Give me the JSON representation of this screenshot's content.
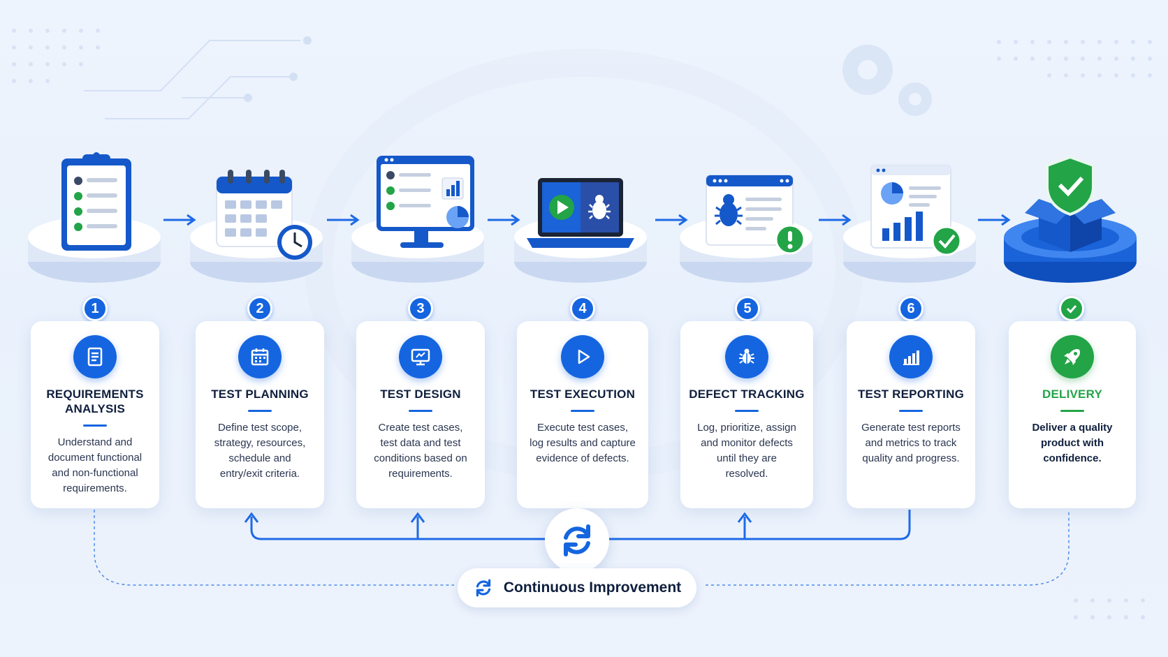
{
  "steps": [
    {
      "number": "1",
      "title_lines": [
        "REQUIREMENTS",
        "ANALYSIS"
      ],
      "desc_lines": [
        "Understand and",
        "document functional",
        "and non-functional",
        "requirements."
      ],
      "icon": "document-icon",
      "illustration": "clipboard-checklist-icon"
    },
    {
      "number": "2",
      "title_lines": [
        "TEST PLANNING"
      ],
      "desc_lines": [
        "Define test scope,",
        "strategy, resources,",
        "schedule and",
        "entry/exit criteria."
      ],
      "icon": "calendar-icon",
      "illustration": "calendar-clock-icon"
    },
    {
      "number": "3",
      "title_lines": [
        "TEST DESIGN"
      ],
      "desc_lines": [
        "Create test cases,",
        "test data and test",
        "conditions based on",
        "requirements."
      ],
      "icon": "monitor-icon",
      "illustration": "monitor-checklist-icon"
    },
    {
      "number": "4",
      "title_lines": [
        "TEST EXECUTION"
      ],
      "desc_lines": [
        "Execute test cases,",
        "log results and capture",
        "evidence of defects."
      ],
      "icon": "play-icon",
      "illustration": "laptop-play-bug-icon"
    },
    {
      "number": "5",
      "title_lines": [
        "DEFECT TRACKING"
      ],
      "desc_lines": [
        "Log, prioritize, assign",
        "and monitor defects",
        "until they are",
        "resolved."
      ],
      "icon": "bug-icon",
      "illustration": "browser-bug-alert-icon"
    },
    {
      "number": "6",
      "title_lines": [
        "TEST REPORTING"
      ],
      "desc_lines": [
        "Generate test reports",
        "and metrics to track",
        "quality and progress."
      ],
      "icon": "bar-chart-icon",
      "illustration": "report-chart-check-icon"
    },
    {
      "number": "",
      "title_lines": [
        "DELIVERY"
      ],
      "desc_lines": [
        "Deliver a quality",
        "product with",
        "confidence."
      ],
      "icon": "rocket-icon",
      "illustration": "shield-box-icon"
    }
  ],
  "continuous_improvement": {
    "label": "Continuous Improvement",
    "icon": "sync-icon"
  },
  "colors": {
    "primary": "#1565e0",
    "success": "#22a447",
    "text": "#0f1f3d",
    "background": "#eef4fd"
  }
}
